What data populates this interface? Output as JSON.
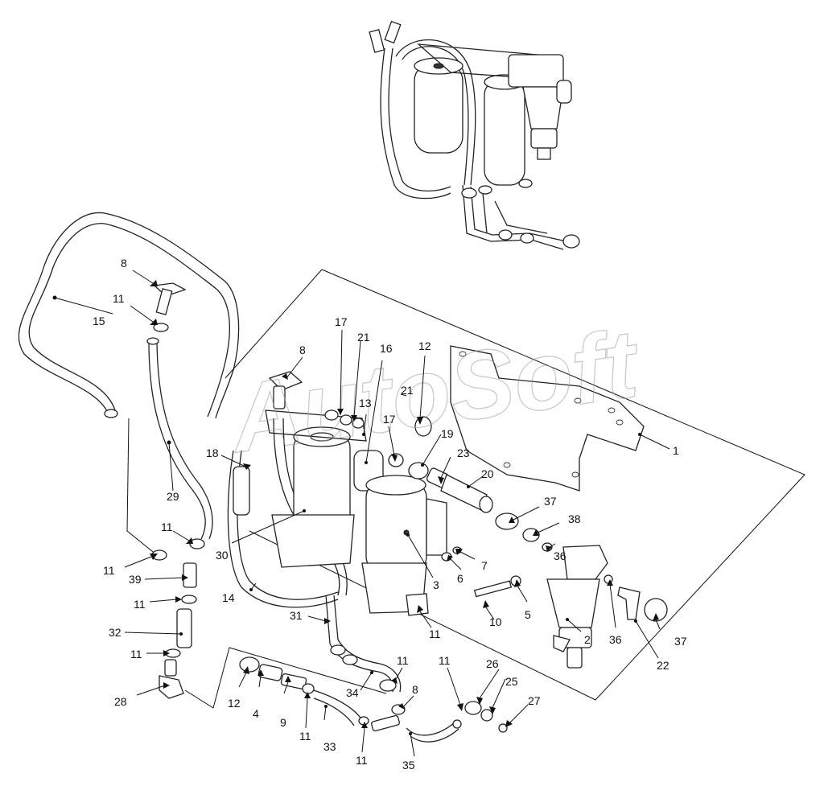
{
  "watermark": "AutoSoft",
  "callouts": [
    {
      "id": "c1",
      "text": "1"
    },
    {
      "id": "c2",
      "text": "2"
    },
    {
      "id": "c3",
      "text": "3"
    },
    {
      "id": "c4",
      "text": "4"
    },
    {
      "id": "c5",
      "text": "5"
    },
    {
      "id": "c6",
      "text": "6"
    },
    {
      "id": "c7",
      "text": "7"
    },
    {
      "id": "c8a",
      "text": "8"
    },
    {
      "id": "c8b",
      "text": "8"
    },
    {
      "id": "c8c",
      "text": "8"
    },
    {
      "id": "c9",
      "text": "9"
    },
    {
      "id": "c10",
      "text": "10"
    },
    {
      "id": "c11a",
      "text": "11"
    },
    {
      "id": "c11b",
      "text": "11"
    },
    {
      "id": "c11c",
      "text": "11"
    },
    {
      "id": "c11d",
      "text": "11"
    },
    {
      "id": "c11e",
      "text": "11"
    },
    {
      "id": "c11f",
      "text": "11"
    },
    {
      "id": "c11g",
      "text": "11"
    },
    {
      "id": "c11h",
      "text": "11"
    },
    {
      "id": "c11i",
      "text": "11"
    },
    {
      "id": "c11j",
      "text": "11"
    },
    {
      "id": "c11k",
      "text": "11"
    },
    {
      "id": "c12a",
      "text": "12"
    },
    {
      "id": "c12b",
      "text": "12"
    },
    {
      "id": "c13",
      "text": "13"
    },
    {
      "id": "c14",
      "text": "14"
    },
    {
      "id": "c15",
      "text": "15"
    },
    {
      "id": "c16",
      "text": "16"
    },
    {
      "id": "c17a",
      "text": "17"
    },
    {
      "id": "c17b",
      "text": "17"
    },
    {
      "id": "c18",
      "text": "18"
    },
    {
      "id": "c19",
      "text": "19"
    },
    {
      "id": "c20",
      "text": "20"
    },
    {
      "id": "c21a",
      "text": "21"
    },
    {
      "id": "c21b",
      "text": "21"
    },
    {
      "id": "c22",
      "text": "22"
    },
    {
      "id": "c23",
      "text": "23"
    },
    {
      "id": "c25",
      "text": "25"
    },
    {
      "id": "c26",
      "text": "26"
    },
    {
      "id": "c27",
      "text": "27"
    },
    {
      "id": "c28",
      "text": "28"
    },
    {
      "id": "c29",
      "text": "29"
    },
    {
      "id": "c30",
      "text": "30"
    },
    {
      "id": "c31",
      "text": "31"
    },
    {
      "id": "c32",
      "text": "32"
    },
    {
      "id": "c33",
      "text": "33"
    },
    {
      "id": "c34",
      "text": "34"
    },
    {
      "id": "c35",
      "text": "35"
    },
    {
      "id": "c36a",
      "text": "36"
    },
    {
      "id": "c36b",
      "text": "36"
    },
    {
      "id": "c37a",
      "text": "37"
    },
    {
      "id": "c37b",
      "text": "37"
    },
    {
      "id": "c38",
      "text": "38"
    },
    {
      "id": "c39",
      "text": "39"
    }
  ]
}
